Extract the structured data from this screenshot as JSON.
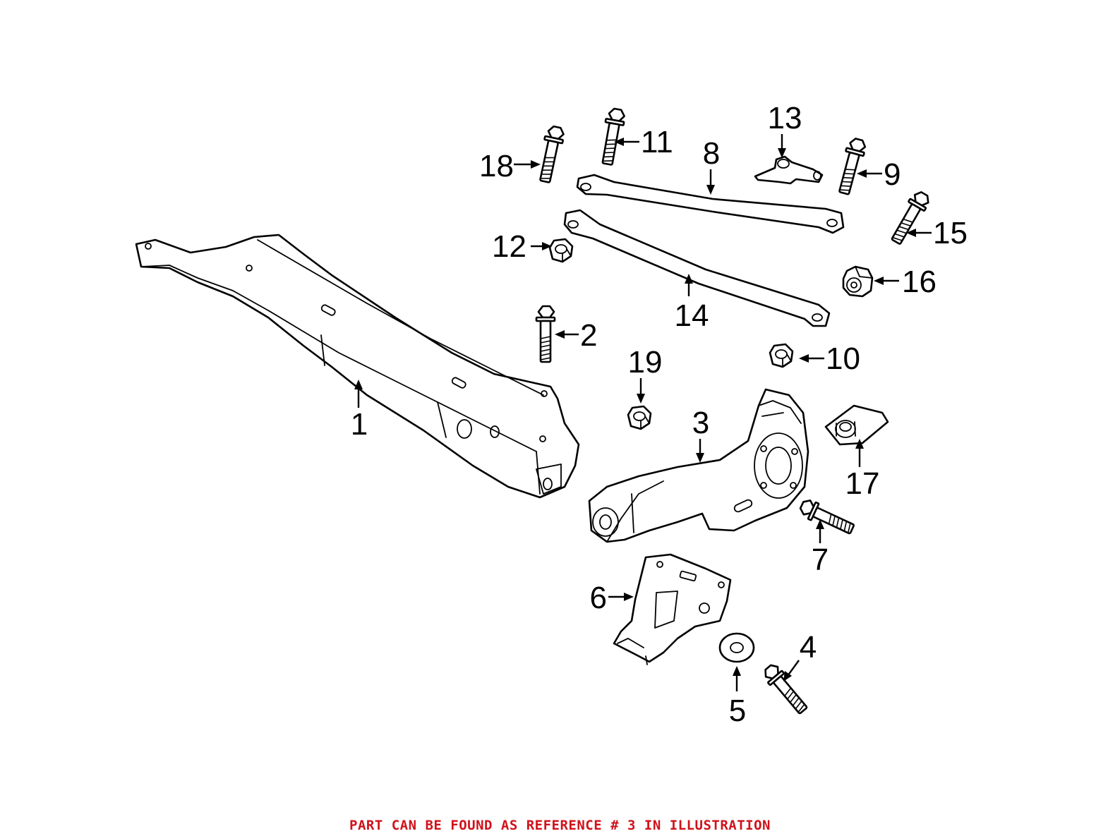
{
  "callouts": [
    {
      "id": "1",
      "label": "1"
    },
    {
      "id": "2",
      "label": "2"
    },
    {
      "id": "3",
      "label": "3"
    },
    {
      "id": "4",
      "label": "4"
    },
    {
      "id": "5",
      "label": "5"
    },
    {
      "id": "6",
      "label": "6"
    },
    {
      "id": "7",
      "label": "7"
    },
    {
      "id": "8",
      "label": "8"
    },
    {
      "id": "9",
      "label": "9"
    },
    {
      "id": "10",
      "label": "10"
    },
    {
      "id": "11",
      "label": "11"
    },
    {
      "id": "12",
      "label": "12"
    },
    {
      "id": "13",
      "label": "13"
    },
    {
      "id": "14",
      "label": "14"
    },
    {
      "id": "15",
      "label": "15"
    },
    {
      "id": "16",
      "label": "16"
    },
    {
      "id": "17",
      "label": "17"
    },
    {
      "id": "18",
      "label": "18"
    },
    {
      "id": "19",
      "label": "19"
    }
  ],
  "footer": {
    "note": "PART CAN BE FOUND AS REFERENCE # 3 IN ILLUSTRATION",
    "note_color": "#d0121b"
  },
  "colors": {
    "line": "#000000",
    "background": "#ffffff"
  }
}
